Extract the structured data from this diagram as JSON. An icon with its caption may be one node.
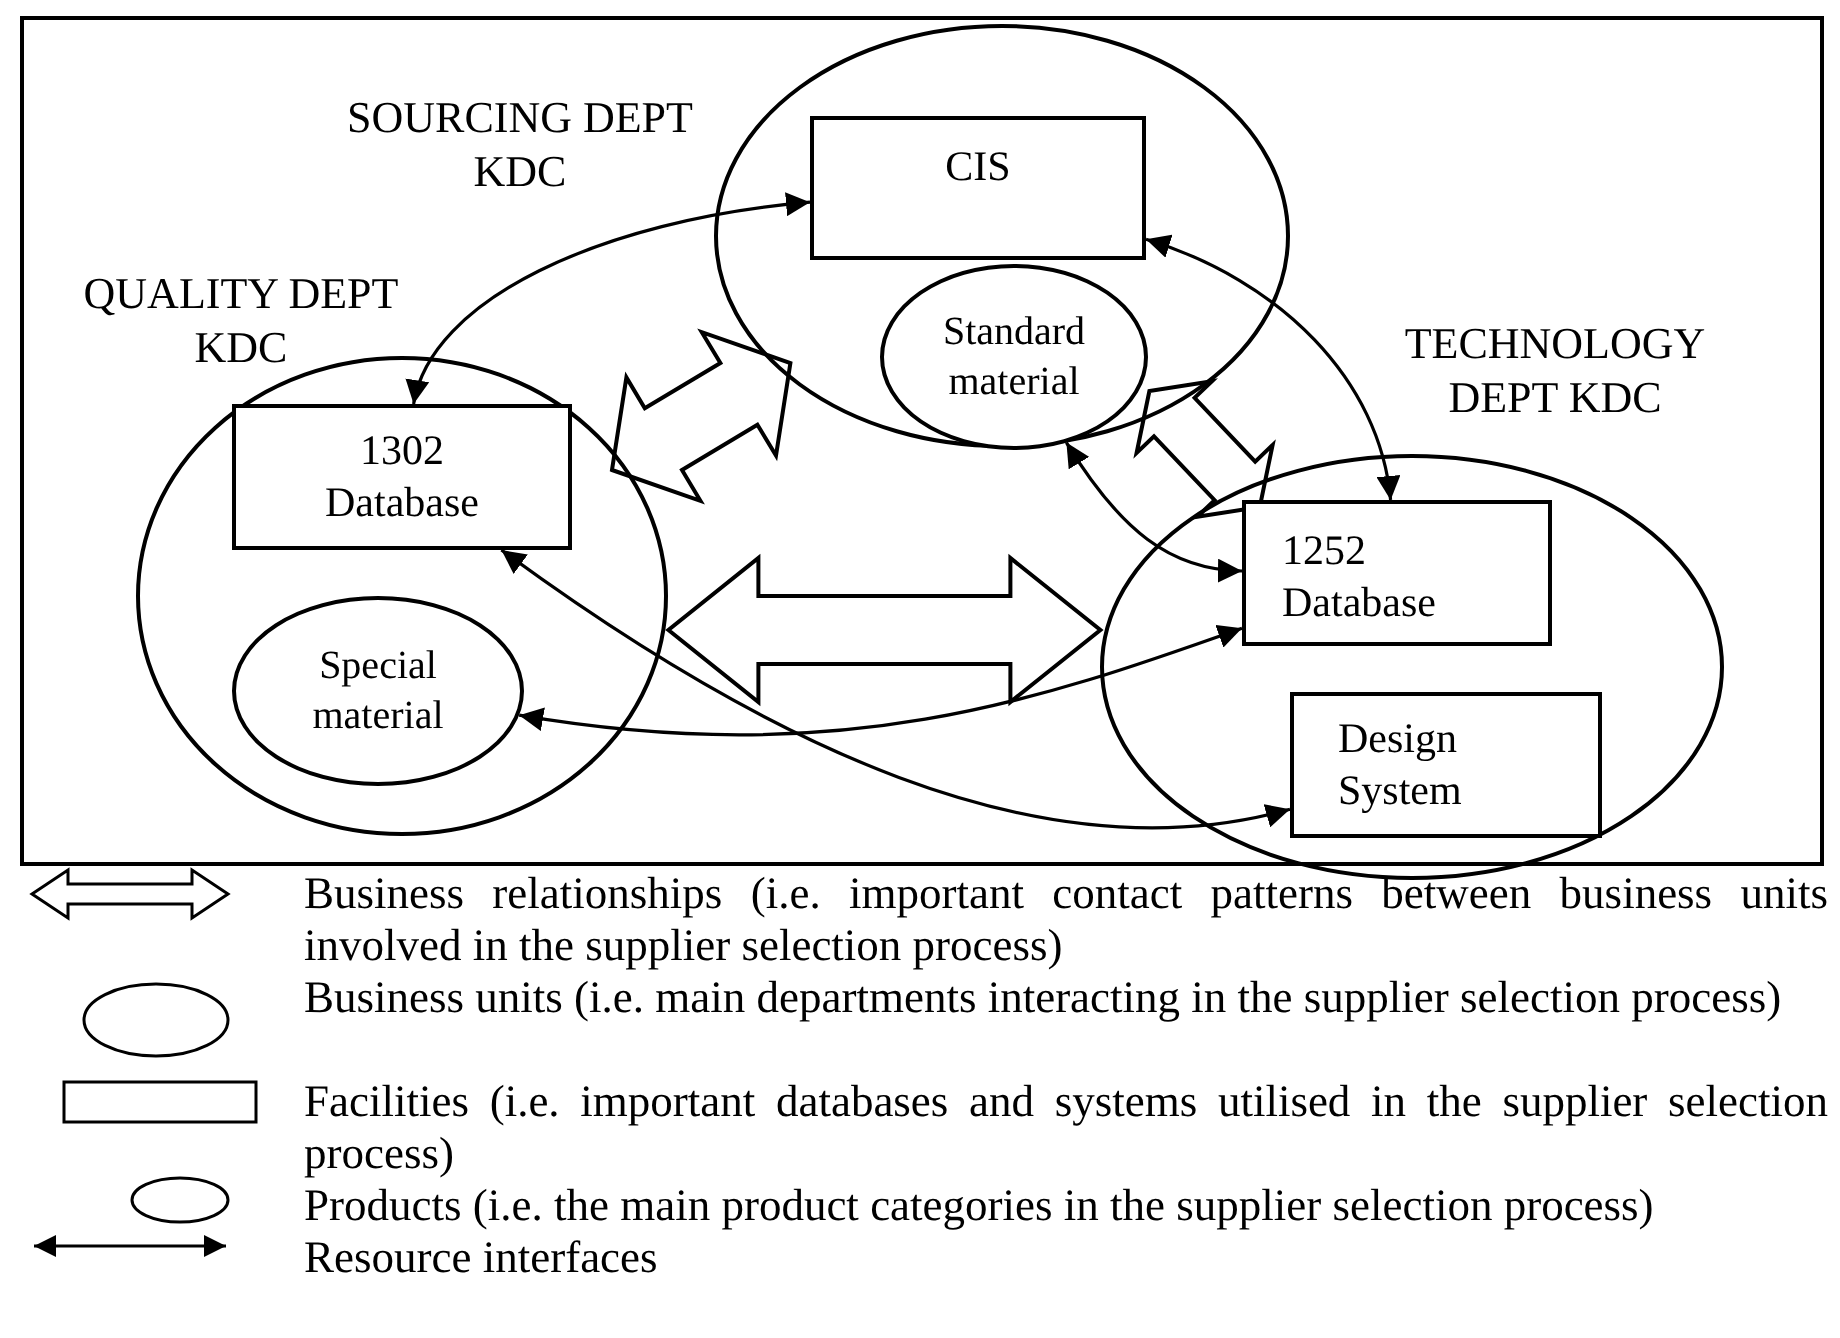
{
  "diagram": {
    "nodes": [
      {
        "text": [
          "SOURCING DEPT KDC"
        ]
      },
      {
        "text": [
          "CIS"
        ],
        "in": 0
      },
      {
        "text": [
          "Standard material"
        ],
        "in": 0
      },
      {
        "text": [
          "QUALITY DEPT KDC"
        ]
      },
      {
        "text": [
          "1302 Database"
        ],
        "in": 3
      },
      {
        "text": [
          "Special material"
        ],
        "in": 3
      },
      {
        "text": [
          "TECHNOLOGY DEPT KDC"
        ]
      },
      {
        "text": [
          "1252 Database"
        ],
        "in": 6
      },
      {
        "text": [
          "Design System"
        ],
        "in": 6
      }
    ],
    "edges": [
      {
        "from": 3,
        "to": 0,
        "arrow": "both",
        "style": "thick"
      },
      {
        "from": 3,
        "to": 6,
        "arrow": "both",
        "style": "thick"
      },
      {
        "from": 0,
        "to": 6,
        "arrow": "both",
        "style": "thick"
      },
      {
        "from": 1,
        "to": 4,
        "arrow": "both"
      },
      {
        "from": 1,
        "to": 7,
        "arrow": "both"
      },
      {
        "from": 2,
        "to": 7,
        "arrow": "both"
      },
      {
        "from": 4,
        "to": 8,
        "arrow": "both"
      },
      {
        "from": 5,
        "to": 7,
        "arrow": "both"
      }
    ],
    "legend": [
      {
        "text": "Business relationships (i.e. important contact patterns between business units involved in the supplier selection process)"
      },
      {
        "text": "Business units (i.e. main departments interacting in the supplier selection process)"
      },
      {
        "text": "Facilities (i.e. important databases and systems utilised in the supplier selection process)"
      },
      {
        "text": "Products (i.e. the main product categories in the supplier selection process)"
      },
      {
        "text": "Resource interfaces"
      }
    ]
  }
}
